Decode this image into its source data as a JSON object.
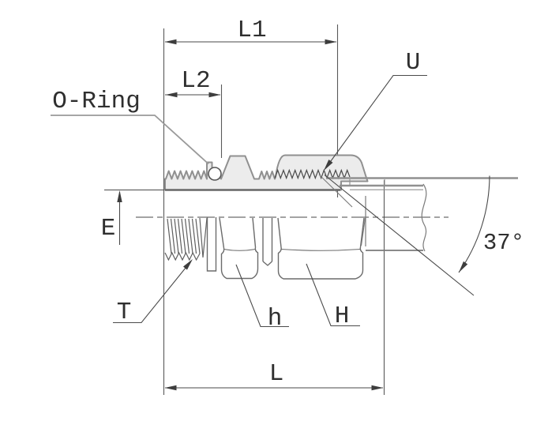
{
  "drawing": {
    "type": "technical-drawing",
    "description": "Cross-section drawing of a 37-degree flare tube fitting with O-ring port end",
    "labels": {
      "dim_l1": "L1",
      "dim_l2": "L2",
      "oring": "O-Ring",
      "thread_u": "U",
      "dim_e": "E",
      "thread_t": "T",
      "hex_small": "h",
      "hex_large": "H",
      "dim_l": "L",
      "flare_angle": "37°"
    },
    "colors": {
      "background": "#ffffff",
      "body_fill": "#ececec",
      "body_outline": "#909090",
      "line_dark": "#3d3d3d",
      "text": "#2f2f2f"
    }
  }
}
